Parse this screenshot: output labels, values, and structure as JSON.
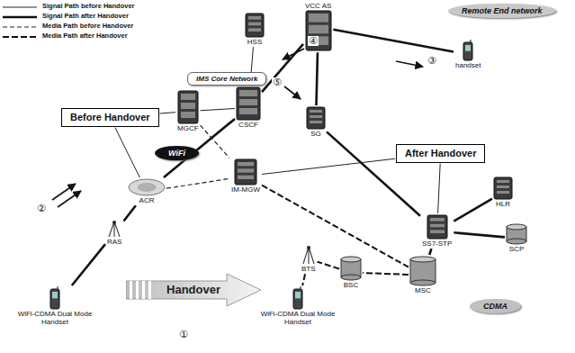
{
  "diagram": {
    "nodes": [
      {
        "text": [
          "HSS"
        ]
      },
      {
        "text": [
          "VCC AS"
        ]
      },
      {
        "text": [
          "Remote End network"
        ]
      },
      {
        "text": [
          "IMS Core Network"
        ]
      },
      {
        "text": [
          "handset"
        ]
      },
      {
        "text": [
          "CSCF"
        ]
      },
      {
        "text": [
          "SG"
        ]
      },
      {
        "text": [
          "MGCF"
        ]
      },
      {
        "text": [
          "Before Handover"
        ]
      },
      {
        "text": [
          "WiFi"
        ]
      },
      {
        "text": [
          "IM-MGW"
        ]
      },
      {
        "text": [
          "After Handover"
        ]
      },
      {
        "text": [
          "HLR"
        ]
      },
      {
        "text": [
          "ACR"
        ]
      },
      {
        "text": [
          "RAS"
        ]
      },
      {
        "text": [
          "SS7-STP"
        ]
      },
      {
        "text": [
          "SCP"
        ]
      },
      {
        "text": [
          "BTS"
        ]
      },
      {
        "text": [
          "BSC"
        ]
      },
      {
        "text": [
          "MSC"
        ]
      },
      {
        "text": [
          "CDMA"
        ]
      },
      {
        "text": [
          "Handover"
        ]
      },
      {
        "text": [
          "WiFi-CDMA Dual Mode Handset"
        ]
      },
      {
        "text": [
          "WiFi-CDMA Dual Mode Handset"
        ]
      }
    ],
    "edges": [
      {
        "from": 22,
        "to": 14,
        "arrow": "none"
      },
      {
        "from": 14,
        "to": 13,
        "arrow": "none"
      },
      {
        "from": 13,
        "to": 5,
        "arrow": "none"
      },
      {
        "from": 13,
        "to": 10,
        "arrow": "none"
      },
      {
        "from": 5,
        "to": 1,
        "arrow": "none"
      },
      {
        "from": 1,
        "to": 4,
        "arrow": "none"
      },
      {
        "from": 0,
        "to": 5,
        "arrow": "none"
      },
      {
        "from": 5,
        "to": 7,
        "arrow": "none"
      },
      {
        "from": 7,
        "to": 10,
        "arrow": "none"
      },
      {
        "from": 1,
        "to": 6,
        "arrow": "none"
      },
      {
        "from": 6,
        "to": 15,
        "arrow": "none"
      },
      {
        "from": 15,
        "to": 12,
        "arrow": "none"
      },
      {
        "from": 15,
        "to": 16,
        "arrow": "none"
      },
      {
        "from": 15,
        "to": 19,
        "arrow": "none"
      },
      {
        "from": 10,
        "to": 19,
        "arrow": "none"
      },
      {
        "from": 19,
        "to": 18,
        "arrow": "none"
      },
      {
        "from": 18,
        "to": 17,
        "arrow": "none"
      },
      {
        "from": 17,
        "to": 23,
        "arrow": "none"
      },
      {
        "from": 8,
        "to": 7,
        "arrow": "none"
      },
      {
        "from": 8,
        "to": 13,
        "arrow": "none"
      },
      {
        "from": 11,
        "to": 15,
        "arrow": "none"
      },
      {
        "from": 11,
        "to": 10,
        "arrow": "none"
      }
    ],
    "labels": [
      "①",
      "②",
      "③",
      "④",
      "⑤"
    ],
    "legend": [
      {
        "text": "Signal Path before Handover"
      },
      {
        "text": "Signal Path after Handover"
      },
      {
        "text": "Media Path before Handover"
      },
      {
        "text": "Media Path after Handover"
      }
    ]
  }
}
